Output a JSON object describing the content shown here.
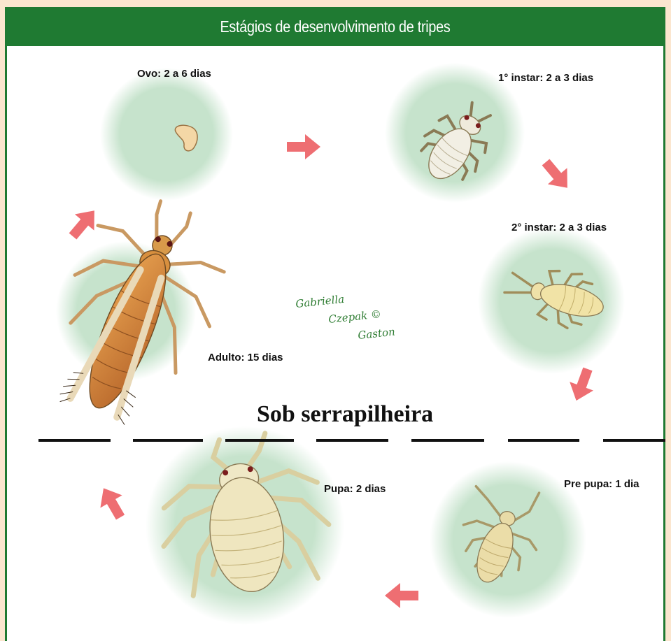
{
  "header": {
    "title": "Estágios de desenvolvimento de tripes"
  },
  "stages": {
    "egg": "Ovo: 2 a 6 dias",
    "instar1": "1° instar: 2 a 3 dias",
    "instar2": "2° instar: 2 a 3 dias",
    "prepupa": "Pre pupa: 1 dia",
    "pupa": "Pupa: 2 dias",
    "adult": "Adulto: 15 dias"
  },
  "ground_label": "Sob serrapilheira",
  "signature": [
    "Gabriella",
    "Czepak ©",
    "Gaston"
  ],
  "colors": {
    "header": "#1f7a32",
    "background": "#fbe6cf",
    "arrow": "#ee6e72",
    "halo": "#b9dcc0",
    "signature": "#2f7d33"
  }
}
